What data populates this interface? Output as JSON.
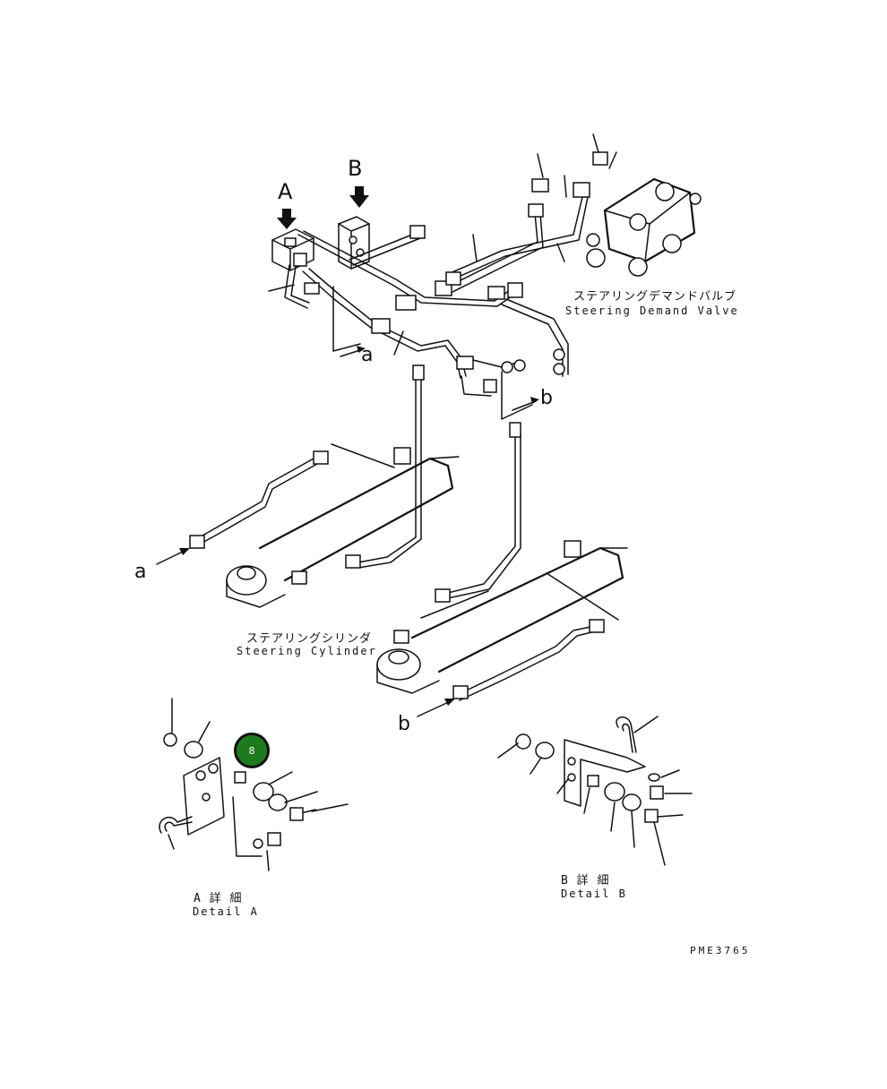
{
  "view_labels": {
    "A": "A",
    "B": "B"
  },
  "connection_labels": {
    "a_upper": "a",
    "b_upper": "b",
    "a_lower": "a",
    "b_lower": "b"
  },
  "captions": {
    "valve_jp": "ステアリングデマンドバルブ",
    "valve_en": "Steering Demand Valve",
    "cylinder_jp": "ステアリングシリンダ",
    "cylinder_en": "Steering Cylinder",
    "detail_a_jp": "A 詳 細",
    "detail_a_en": "Detail A",
    "detail_b_jp": "B 詳 細",
    "detail_b_en": "Detail B"
  },
  "callout_marker": {
    "label": "8",
    "color": "#1e7a1e"
  },
  "drawing_code": "PME3765"
}
